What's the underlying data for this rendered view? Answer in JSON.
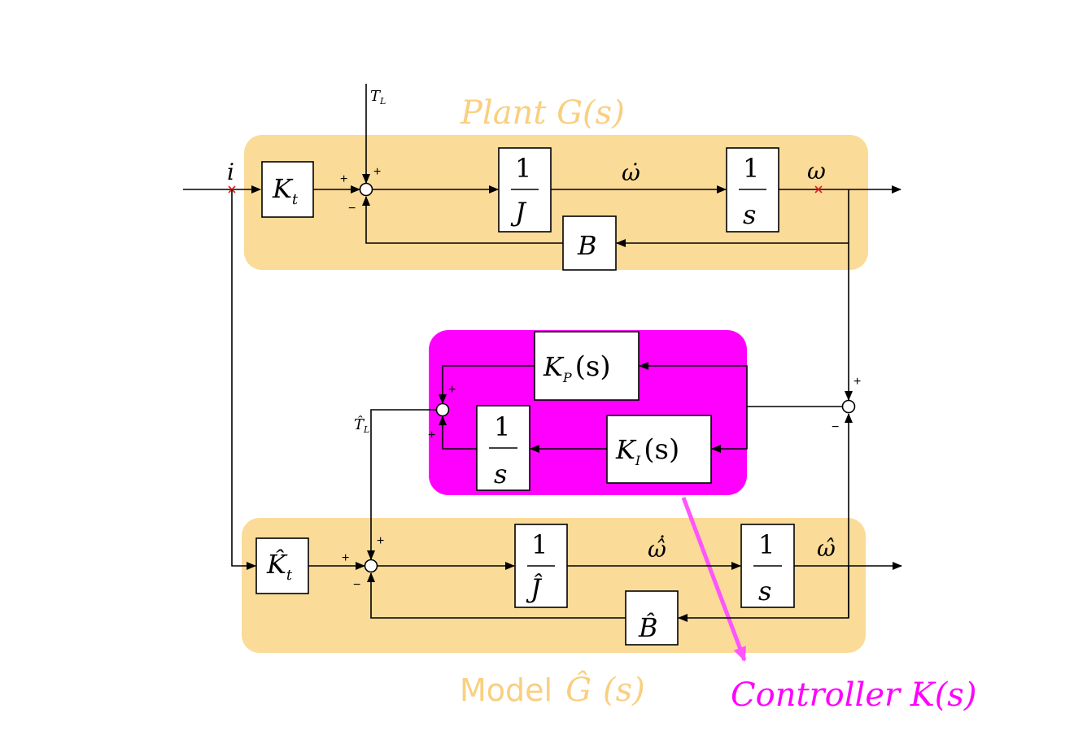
{
  "labels": {
    "plant": "Plant G(s)",
    "model_word": "Model",
    "model_g": "Ĝ",
    "model_s": "(s)",
    "controller": "Controller K(s)"
  },
  "signals": {
    "input": "i",
    "load_torque": "T",
    "load_torque_sub": "L",
    "est_load_torque": "T̂",
    "est_load_torque_sub": "L",
    "omega_dot": "ω̇",
    "omega": "ω",
    "omega_hat_dot": "ω̂̇",
    "omega_hat": "ω̂"
  },
  "blocks": {
    "kt": "K",
    "kt_sub": "t",
    "kt_hat": "K̂",
    "kt_hat_sub": "t",
    "one": "1",
    "j": "J",
    "j_hat": "Ĵ",
    "s": "s",
    "b": "B",
    "b_hat": "B̂",
    "kp": "K",
    "kp_sub": "P",
    "kp_arg": "(s)",
    "ki": "K",
    "ki_sub": "I",
    "ki_arg": "(s)"
  },
  "signs": {
    "plus": "+",
    "minus": "−"
  },
  "colors": {
    "region_fill": "#fbdb98",
    "region_label": "#f9cf80",
    "controller_fill": "#ff00ff",
    "controller_label": "#ff00ff",
    "pointer_arrow": "#ff55ff",
    "cross_marker": "#e02020"
  }
}
